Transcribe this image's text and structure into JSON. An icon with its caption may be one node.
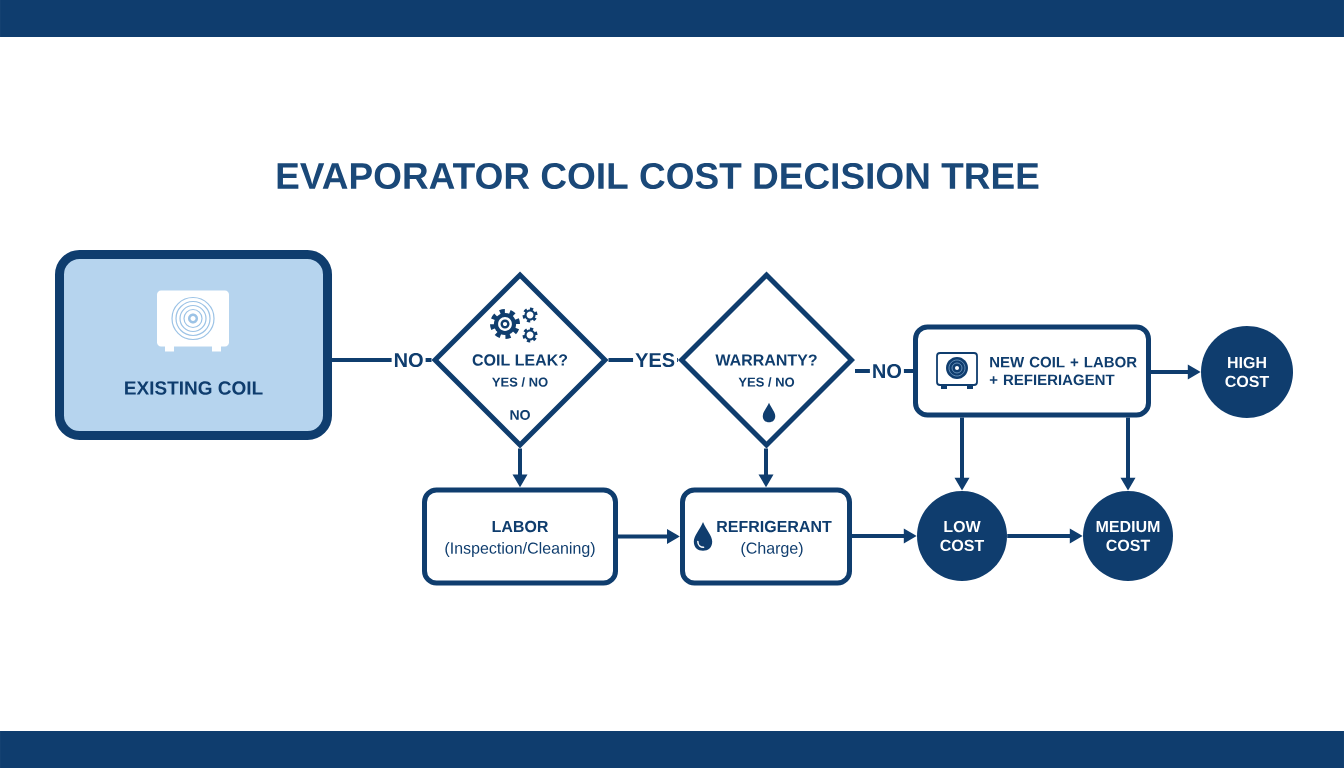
{
  "diagram": {
    "title": "EVAPORATOR COIL COST DECISION TREE",
    "nodes": [
      {
        "text": [
          "EXISTING COIL"
        ]
      },
      {
        "text": [
          "COIL LEAK?",
          "YES / NO",
          "NO"
        ]
      },
      {
        "text": [
          "WARRANTY?",
          "YES / NO"
        ]
      },
      {
        "text": [
          "NEW COIL + LABOR + REFIERIAGENT"
        ]
      },
      {
        "text": [
          "HIGH COST"
        ]
      },
      {
        "text": [
          "LABOR",
          "(Inspection/Cleaning)"
        ]
      },
      {
        "text": [
          "REFRIGERANT",
          "(Charge)"
        ]
      },
      {
        "text": [
          "LOW COST"
        ]
      },
      {
        "text": [
          "MEDIUM COST"
        ]
      }
    ],
    "edges": [
      {
        "from": 0,
        "to": 1,
        "arrow": "none",
        "label": "NO"
      },
      {
        "from": 1,
        "to": 2,
        "arrow": "none",
        "label": "YES"
      },
      {
        "from": 2,
        "to": 3,
        "arrow": "none",
        "label": "NO"
      },
      {
        "from": 3,
        "to": 4,
        "arrow": "to"
      },
      {
        "from": 1,
        "to": 5,
        "arrow": "to"
      },
      {
        "from": 2,
        "to": 6,
        "arrow": "to"
      },
      {
        "from": 5,
        "to": 6,
        "arrow": "to"
      },
      {
        "from": 6,
        "to": 7,
        "arrow": "to"
      },
      {
        "from": 3,
        "to": 7,
        "arrow": "to"
      },
      {
        "from": 3,
        "to": 8,
        "arrow": "to"
      },
      {
        "from": 7,
        "to": 8,
        "arrow": "to"
      }
    ]
  }
}
